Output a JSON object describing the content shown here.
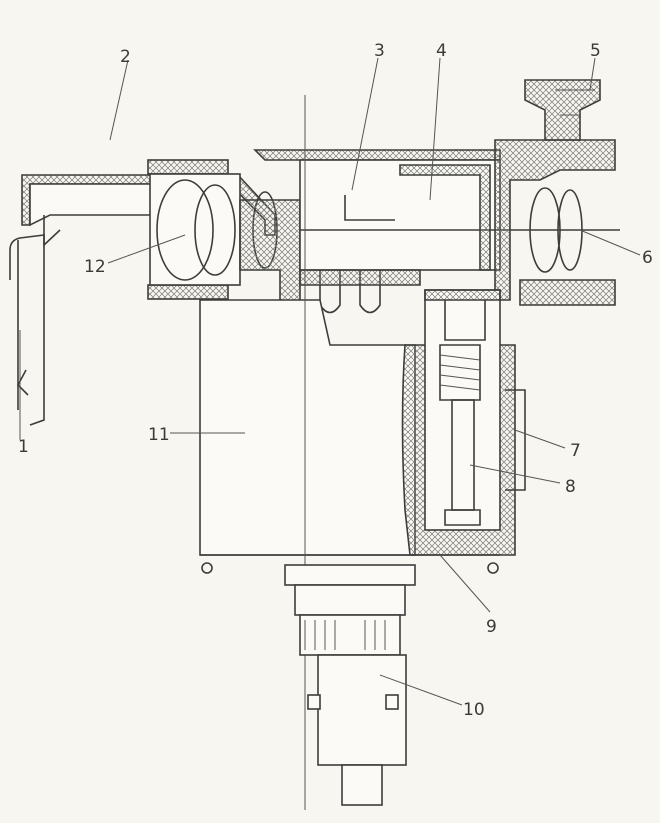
{
  "figure": {
    "title": "Sectional drawing of optical instrument assembly",
    "labels": [
      {
        "id": "1",
        "text": "1"
      },
      {
        "id": "2",
        "text": "2"
      },
      {
        "id": "3",
        "text": "3"
      },
      {
        "id": "4",
        "text": "4"
      },
      {
        "id": "5",
        "text": "5"
      },
      {
        "id": "6",
        "text": "6"
      },
      {
        "id": "7",
        "text": "7"
      },
      {
        "id": "8",
        "text": "8"
      },
      {
        "id": "9",
        "text": "9"
      },
      {
        "id": "10",
        "text": "10"
      },
      {
        "id": "11",
        "text": "11"
      },
      {
        "id": "12",
        "text": "12"
      }
    ]
  }
}
